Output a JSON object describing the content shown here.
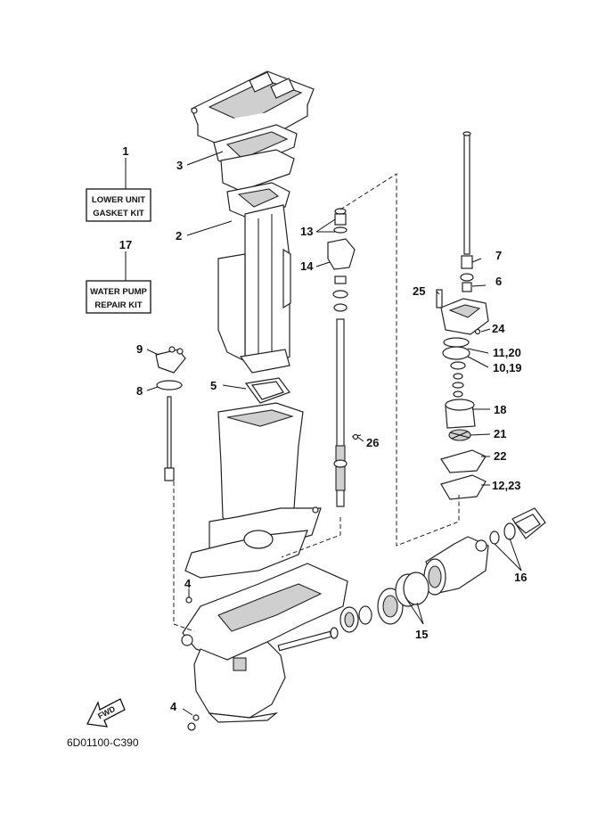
{
  "kits": [
    {
      "callout": "1",
      "line1": "LOWER UNIT",
      "line2": "GASKET KIT"
    },
    {
      "callout": "17",
      "line1": "WATER PUMP",
      "line2": "REPAIR KIT"
    }
  ],
  "callouts": {
    "c2": "2",
    "c3": "3",
    "c4a": "4",
    "c4b": "4",
    "c5": "5",
    "c6": "6",
    "c7": "7",
    "c8": "8",
    "c9": "9",
    "c10_19": "10,19",
    "c11_20": "11,20",
    "c12_23": "12,23",
    "c13": "13",
    "c14": "14",
    "c15": "15",
    "c16": "16",
    "c18": "18",
    "c21": "21",
    "c22": "22",
    "c24": "24",
    "c25": "25",
    "c26": "26"
  },
  "fwd_label": "FWD",
  "drawing_code": "6D01100-C390"
}
